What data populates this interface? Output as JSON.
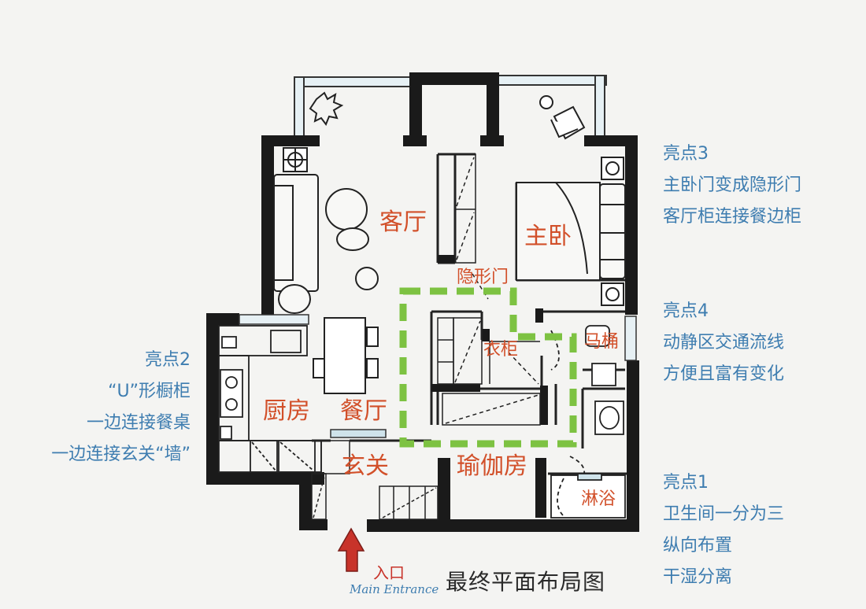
{
  "rooms": {
    "living": "客厅",
    "master_bedroom": "主卧",
    "hidden_door": "隐形门",
    "wardrobe": "衣柜",
    "toilet": "马桶",
    "kitchen": "厨房",
    "dining": "餐厅",
    "foyer": "玄关",
    "yoga": "瑜伽房",
    "shower": "淋浴"
  },
  "notes": {
    "highlight3": [
      "亮点3",
      "主卧门变成隐形门",
      "客厅柜连接餐边柜"
    ],
    "highlight4": [
      "亮点4",
      "动静区交通流线",
      "方便且富有变化"
    ],
    "highlight2": [
      "亮点2",
      "“U”形橱柜",
      "一边连接餐桌",
      "一边连接玄关“墙”"
    ],
    "highlight1": [
      "亮点1",
      "卫生间一分为三",
      "纵向布置",
      "干湿分离"
    ]
  },
  "entrance": {
    "cn": "入口",
    "en": "Main Entrance"
  },
  "caption": "最终平面布局图",
  "colors": {
    "wall": "#1a1a1a",
    "room_text": "#d2502a",
    "note_text": "#3e7db0",
    "highlight_dash": "#7dc242",
    "entrance_arrow": "#c8332a",
    "window": "#cfe3ea"
  }
}
